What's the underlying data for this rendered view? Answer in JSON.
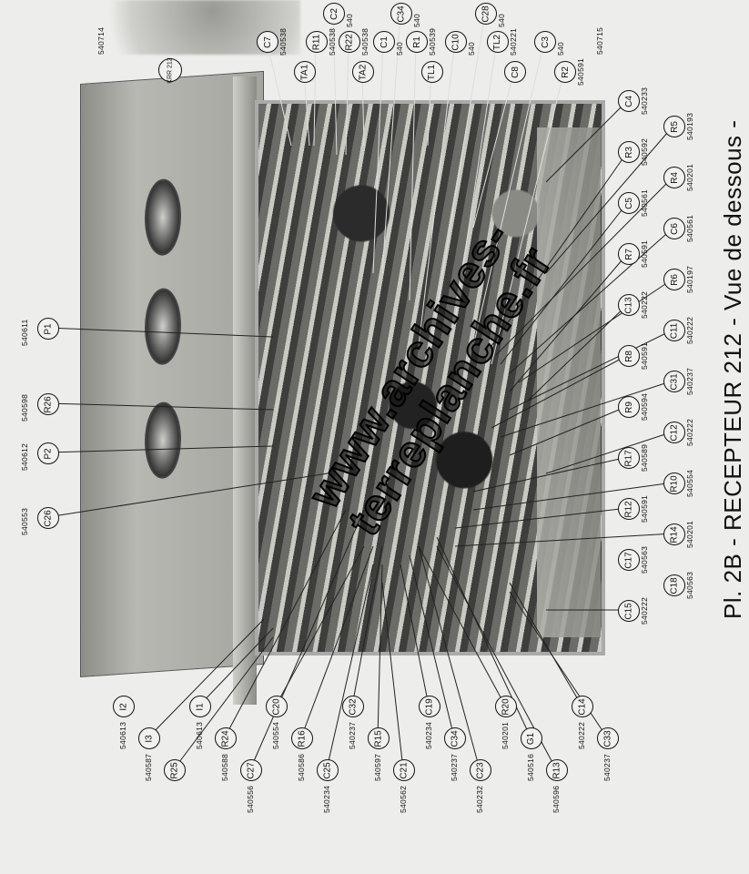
{
  "caption": "Pl. 2B - RECEPTEUR 212 - Vue de dessous -",
  "watermark": "www.archives-terreplanche.fr",
  "plate_label": "KRR 212",
  "callouts": [
    {
      "ref": "C7",
      "code": "540538"
    },
    {
      "ref": "R11",
      "code": "540538"
    },
    {
      "ref": "C2",
      "code": "540"
    },
    {
      "ref": "R22",
      "code": "540538"
    },
    {
      "ref": "C1",
      "code": "540"
    },
    {
      "ref": "C34",
      "code": "540"
    },
    {
      "ref": "R1",
      "code": "540539"
    },
    {
      "ref": "C10",
      "code": "540"
    },
    {
      "ref": "C28",
      "code": "540"
    },
    {
      "ref": "TL2",
      "code": "540221"
    },
    {
      "ref": "C3",
      "code": "540"
    },
    {
      "ref": "R2",
      "code": "540591"
    },
    {
      "ref": "C4",
      "code": "540233"
    },
    {
      "ref": "TA1",
      "code": ""
    },
    {
      "ref": "TA2",
      "code": ""
    },
    {
      "ref": "TL1",
      "code": ""
    },
    {
      "ref": "C8",
      "code": ""
    },
    {
      "ref": "R5",
      "code": "540193"
    },
    {
      "ref": "R3",
      "code": "540592"
    },
    {
      "ref": "R4",
      "code": "540201"
    },
    {
      "ref": "C5",
      "code": "540561"
    },
    {
      "ref": "C6",
      "code": "540561"
    },
    {
      "ref": "R7",
      "code": "540591"
    },
    {
      "ref": "R6",
      "code": "540197"
    },
    {
      "ref": "C13",
      "code": "540222"
    },
    {
      "ref": "C11",
      "code": "540222"
    },
    {
      "ref": "R8",
      "code": "540591"
    },
    {
      "ref": "C31",
      "code": "540237"
    },
    {
      "ref": "R9",
      "code": "540594"
    },
    {
      "ref": "C12",
      "code": "540222"
    },
    {
      "ref": "R17",
      "code": "540589"
    },
    {
      "ref": "R10",
      "code": "540554"
    },
    {
      "ref": "R12",
      "code": "540591"
    },
    {
      "ref": "R14",
      "code": "540201"
    },
    {
      "ref": "C17",
      "code": "540563"
    },
    {
      "ref": "C18",
      "code": "540563"
    },
    {
      "ref": "C15",
      "code": "540222"
    },
    {
      "ref": "P1",
      "code": "540611"
    },
    {
      "ref": "R26",
      "code": "540598"
    },
    {
      "ref": "P2",
      "code": "540612"
    },
    {
      "ref": "C26",
      "code": "540553"
    },
    {
      "ref": "I2",
      "code": "540613"
    },
    {
      "ref": "I3",
      "code": "540587"
    },
    {
      "ref": "R25",
      "code": ""
    },
    {
      "ref": "I1",
      "code": "540613"
    },
    {
      "ref": "R24",
      "code": "540588"
    },
    {
      "ref": "C27",
      "code": "540556"
    },
    {
      "ref": "C20",
      "code": "540554"
    },
    {
      "ref": "R16",
      "code": "540586"
    },
    {
      "ref": "C25",
      "code": "540234"
    },
    {
      "ref": "C32",
      "code": "540237"
    },
    {
      "ref": "R15",
      "code": "540597"
    },
    {
      "ref": "C21",
      "code": "540562"
    },
    {
      "ref": "C19",
      "code": "540234"
    },
    {
      "ref": "C34",
      "code": "540237"
    },
    {
      "ref": "C23",
      "code": "540232"
    },
    {
      "ref": "R20",
      "code": "540201"
    },
    {
      "ref": "G1",
      "code": "540516"
    },
    {
      "ref": "R13",
      "code": "540596"
    },
    {
      "ref": "C14",
      "code": "540222"
    },
    {
      "ref": "C33",
      "code": "540237"
    }
  ],
  "extra_codes": [
    "540714",
    "540715"
  ]
}
